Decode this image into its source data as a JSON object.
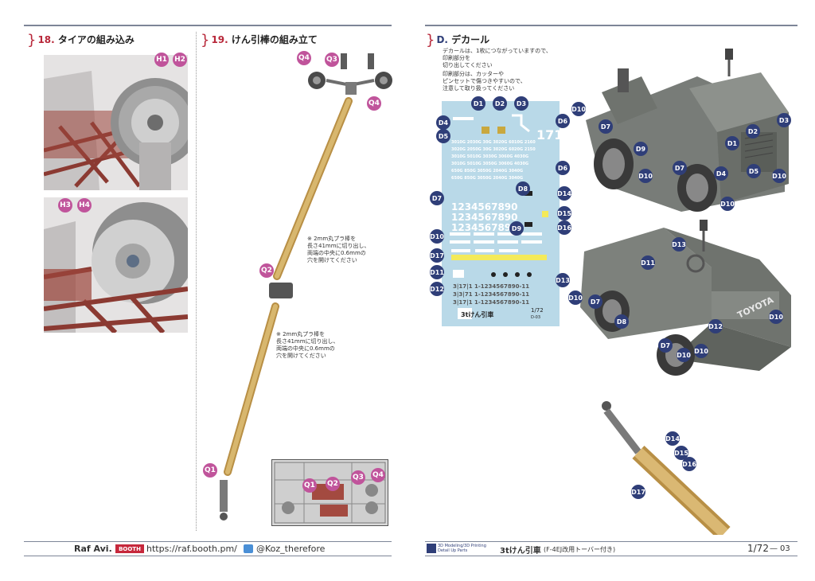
{
  "left_page": {
    "step18": {
      "number": "18.",
      "title": "タイアの組み込み",
      "badges": [
        "H1",
        "H2",
        "H3",
        "H4"
      ]
    },
    "step19": {
      "number": "19.",
      "title": "けん引棒の組み立て",
      "note": "※ 2mm丸プラ棒を\n長さ41mmに切り出し、\n両端の中央に0.6mmの\n穴を開けてください",
      "badges": [
        "Q1",
        "Q2",
        "Q3",
        "Q4"
      ]
    },
    "footer": {
      "author": "Raf Avi.",
      "booth_label": "BOOTH",
      "booth_url": "https://raf.booth.pm/",
      "twitter": "@Koz_therefore"
    }
  },
  "right_page": {
    "section": {
      "letter": "D.",
      "title": "デカール"
    },
    "intro_text": "デカールは、1枚につながっていますので、\n印刷部分を\n切り出してください",
    "intro_text2": "印刷部分は、カッターや\nピンセットで傷つきやすいので、\n注意して取り扱ってください",
    "decal_sheet": {
      "big_number": "171",
      "codes_row1": "3010G 2030G 30G 3020G 6010G 2160",
      "codes_row2": "3020G 2050G 30G 3020G 6020G 2150",
      "codes_row3": "3010G 5010G 3030G 3060G 4030G",
      "codes_row4": "3010G 5010G 3050G 3060G 4030G",
      "codes_row5": "650G 850G 3050G 2040G 3040G",
      "codes_row6": "650G 850G 3050G 2040G 3040G",
      "numbers": "1234567890",
      "small_rows": [
        "3|17|1  1-1234567890-11",
        "3|3|71  1-1234567890-11",
        "3|17|1  1-1234567890-11"
      ],
      "sheet_title": "3tけん引車",
      "sheet_scale": "1/72",
      "sheet_sub": "D-03"
    },
    "decal_labels": [
      "D1",
      "D2",
      "D3",
      "D4",
      "D5",
      "D6",
      "D7",
      "D8",
      "D9",
      "D10",
      "D11",
      "D12",
      "D13",
      "D14",
      "D15",
      "D16",
      "D17"
    ],
    "vehicle_text": "TOYOTA",
    "footer": {
      "logo_text": "3D Modeling/3D Printing\nDetail Up Parts",
      "product": "3tけん引車",
      "product_sub": "(F-4EJ改用トーバー付き)",
      "scale": "1/72",
      "code": "03"
    }
  },
  "colors": {
    "accent_red": "#b8283a",
    "badge_pink": "#c0549b",
    "badge_navy": "#2f3e78",
    "rule_gray": "#7d8597",
    "rod_tan": "#d2ad62",
    "sheet_blue": "#b9d9e8"
  }
}
